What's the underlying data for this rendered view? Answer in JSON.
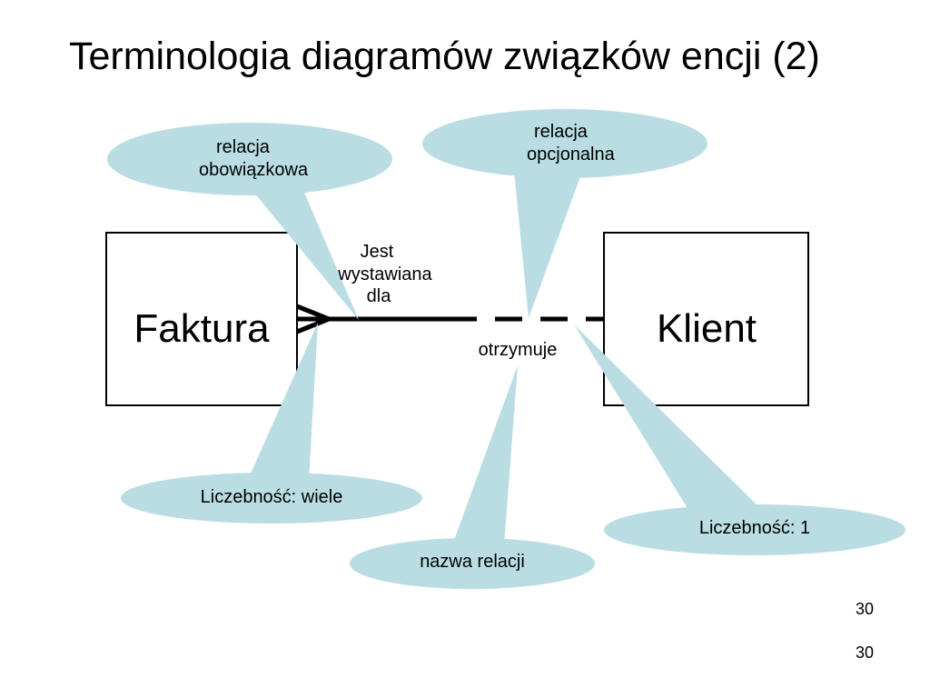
{
  "slide": {
    "title": "Terminologia diagramów związków encji (2)",
    "page_number_1": "30",
    "page_number_2": "30"
  },
  "entities": {
    "left": "Faktura",
    "right": "Klient"
  },
  "relationship": {
    "left_name_lines": [
      "Jest",
      "wystawiana",
      "dla"
    ],
    "right_name": "otrzymuje"
  },
  "callouts": {
    "mandatory": [
      "relacja",
      "obowiązkowa"
    ],
    "optional": [
      "relacja",
      "opcjonalna"
    ],
    "cardinality_many": "Liczebność: wiele",
    "relation_name": "nazwa relacji",
    "cardinality_one": "Liczebność: 1"
  },
  "colors": {
    "callout_fill": "#b9dde2",
    "line": "#000000"
  }
}
